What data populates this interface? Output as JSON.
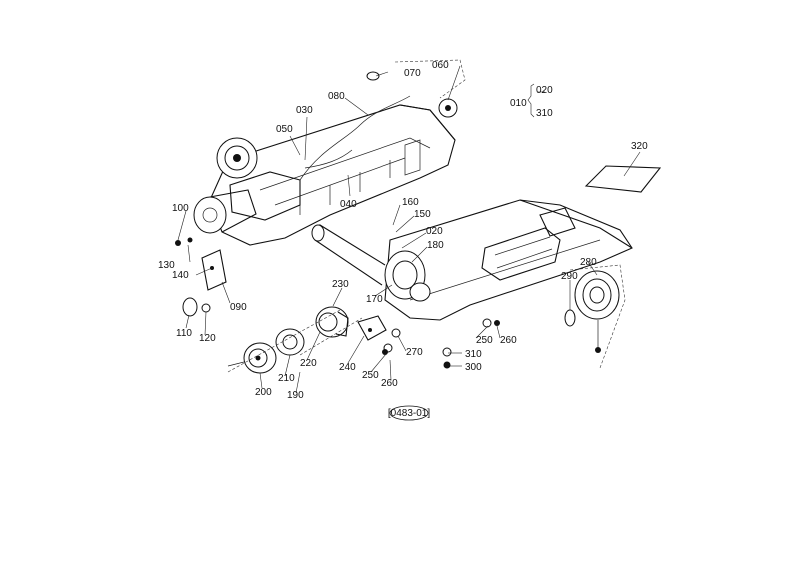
{
  "diagram": {
    "ref_code": "[0483-01]",
    "callouts": [
      "010",
      "020",
      "310",
      "060",
      "070",
      "080",
      "030",
      "050",
      "040",
      "100",
      "130",
      "140",
      "090",
      "110",
      "120",
      "160",
      "150",
      "020",
      "180",
      "170",
      "230",
      "220",
      "210",
      "200",
      "190",
      "240",
      "250",
      "260",
      "270",
      "310",
      "300",
      "250",
      "260",
      "320",
      "280",
      "290"
    ]
  }
}
